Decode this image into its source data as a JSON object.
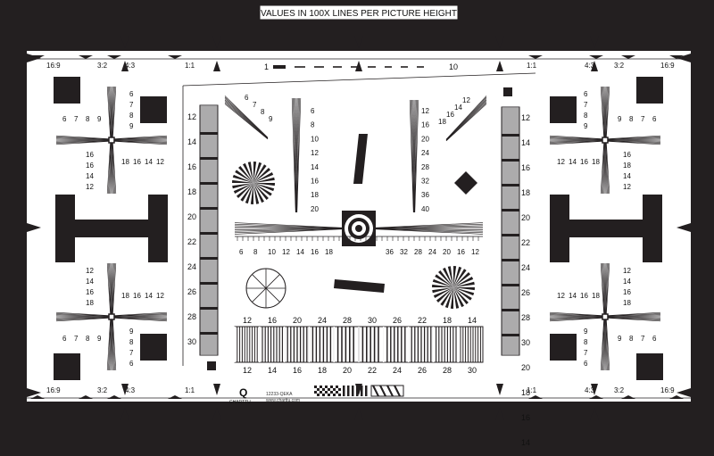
{
  "header": {
    "title": "VALUES IN 100X LINES PER PICTURE HEIGHT"
  },
  "frame_labels": {
    "r169": "16:9",
    "r32": "3:2",
    "r43": "4:3",
    "r11": "1:1"
  },
  "top_scale": {
    "start": "1",
    "end": "10"
  },
  "left_column_labels": [
    "12",
    "14",
    "16",
    "18",
    "20",
    "22",
    "24",
    "26",
    "28",
    "30"
  ],
  "right_column_labels": [
    "12",
    "14",
    "16",
    "18",
    "20",
    "22",
    "24",
    "26",
    "28",
    "30",
    "20",
    "18",
    "16",
    "14"
  ],
  "wedge_tl": [
    "6",
    "7",
    "8",
    "9"
  ],
  "wedge_tr": [
    "12",
    "14",
    "16",
    "18"
  ],
  "center_left_scale": [
    "6",
    "8",
    "10",
    "12",
    "14",
    "16",
    "18",
    "20"
  ],
  "center_right_scale": [
    "12",
    "16",
    "20",
    "24",
    "28",
    "32",
    "36",
    "40"
  ],
  "hscale_left": [
    "6",
    "8",
    "10",
    "12",
    "14",
    "16",
    "18"
  ],
  "hscale_right": [
    "36",
    "32",
    "28",
    "24",
    "20",
    "16",
    "12"
  ],
  "bar_top_labels": [
    "12",
    "16",
    "20",
    "24",
    "28",
    "30",
    "26",
    "22",
    "18",
    "14"
  ],
  "bar_bottom_labels": [
    "12",
    "14",
    "16",
    "18",
    "20",
    "22",
    "24",
    "26",
    "28",
    "30"
  ],
  "corner_tl": {
    "vert": [
      "6",
      "7",
      "8",
      "9"
    ],
    "row_a": [
      "6",
      "7",
      "8",
      "9"
    ],
    "vert_b": [
      "16",
      "16",
      "14",
      "12"
    ],
    "row_b": [
      "18",
      "16",
      "14",
      "12"
    ]
  },
  "corner_tr": {
    "vert": [
      "6",
      "7",
      "8",
      "9"
    ],
    "row_a": [
      "9",
      "8",
      "7",
      "6"
    ],
    "vert_b": [
      "16",
      "18",
      "14",
      "12"
    ],
    "row_b": [
      "12",
      "14",
      "16",
      "18"
    ]
  },
  "corner_bl": {
    "vert": [
      "12",
      "14",
      "16",
      "18"
    ],
    "row_a": [
      "18",
      "16",
      "14",
      "12"
    ],
    "vert_b": [
      "9",
      "8",
      "7",
      "6"
    ],
    "row_b": [
      "6",
      "7",
      "8",
      "9"
    ]
  },
  "corner_br": {
    "vert": [
      "12",
      "14",
      "16",
      "18"
    ],
    "row_a": [
      "12",
      "14",
      "16",
      "18"
    ],
    "vert_b": [
      "9",
      "8",
      "7",
      "6"
    ],
    "row_b": [
      "9",
      "8",
      "7",
      "6"
    ]
  },
  "logo": {
    "letter": "Q",
    "brand": "CHARTTU",
    "code": "12233-QEKA",
    "site": "www.charttu.com"
  }
}
